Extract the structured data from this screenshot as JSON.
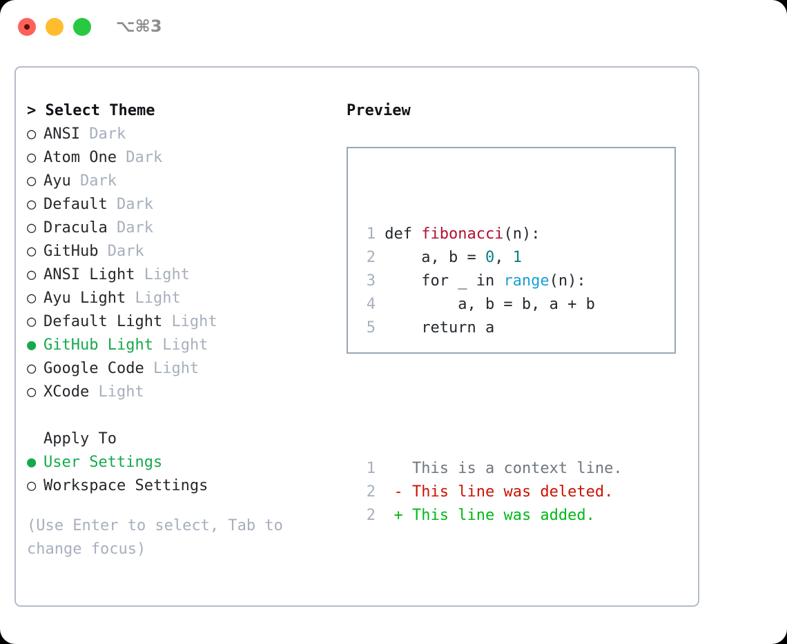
{
  "window": {
    "shortcut_label": "⌥⌘3",
    "traffic_lights": {
      "close": "close-button",
      "minimize": "minimize-button",
      "maximize": "maximize-button"
    }
  },
  "theme_selector": {
    "header_prefix": "> ",
    "header": "Select Theme",
    "selected_marker": "●",
    "unselected_marker": "○",
    "items": [
      {
        "name": "ANSI",
        "tag": "Dark",
        "selected": false
      },
      {
        "name": "Atom One",
        "tag": "Dark",
        "selected": false
      },
      {
        "name": "Ayu",
        "tag": "Dark",
        "selected": false
      },
      {
        "name": "Default",
        "tag": "Dark",
        "selected": false
      },
      {
        "name": "Dracula",
        "tag": "Dark",
        "selected": false
      },
      {
        "name": "GitHub",
        "tag": "Dark",
        "selected": false
      },
      {
        "name": "ANSI Light",
        "tag": "Light",
        "selected": false
      },
      {
        "name": "Ayu Light",
        "tag": "Light",
        "selected": false
      },
      {
        "name": "Default Light",
        "tag": "Light",
        "selected": false
      },
      {
        "name": "GitHub Light",
        "tag": "Light",
        "selected": true
      },
      {
        "name": "Google Code",
        "tag": "Light",
        "selected": false
      },
      {
        "name": "XCode",
        "tag": "Light",
        "selected": false
      }
    ]
  },
  "apply_to": {
    "header": "Apply To",
    "items": [
      {
        "name": "User Settings",
        "selected": true
      },
      {
        "name": "Workspace Settings",
        "selected": false
      }
    ]
  },
  "hint": "(Use Enter to select, Tab to change focus)",
  "preview": {
    "heading": "Preview",
    "code_lines": [
      {
        "lnum": "1",
        "tokens": [
          {
            "text": "def ",
            "kind": "plain"
          },
          {
            "text": "fibonacci",
            "kind": "fn"
          },
          {
            "text": "(n):",
            "kind": "plain"
          }
        ]
      },
      {
        "lnum": "2",
        "tokens": [
          {
            "text": "    a, b = ",
            "kind": "plain"
          },
          {
            "text": "0",
            "kind": "num"
          },
          {
            "text": ", ",
            "kind": "plain"
          },
          {
            "text": "1",
            "kind": "num"
          }
        ]
      },
      {
        "lnum": "3",
        "tokens": [
          {
            "text": "    for _ in ",
            "kind": "plain"
          },
          {
            "text": "range",
            "kind": "builtin"
          },
          {
            "text": "(n):",
            "kind": "plain"
          }
        ]
      },
      {
        "lnum": "4",
        "tokens": [
          {
            "text": "        a, b = b, a + b",
            "kind": "plain"
          }
        ]
      },
      {
        "lnum": "5",
        "tokens": [
          {
            "text": "    return a",
            "kind": "plain"
          }
        ]
      }
    ],
    "diff_lines": [
      {
        "lnum": "1",
        "sign": "  ",
        "text": "This is a context line.",
        "kind": "ctx"
      },
      {
        "lnum": "2",
        "sign": "- ",
        "text": "This line was deleted.",
        "kind": "del"
      },
      {
        "lnum": "2",
        "sign": "+ ",
        "text": "This line was added.",
        "kind": "add"
      }
    ]
  },
  "colors": {
    "selected_green": "#16a94c",
    "diff_add_green": "#00b817",
    "diff_del_red": "#cb1100",
    "tag_gray": "#a7afbd",
    "fn_red": "#b01030",
    "number_teal": "#097f7f",
    "builtin_blue": "#1a9fd4",
    "panel_border": "#b4bcc8",
    "preview_border": "#9aa5b5"
  }
}
